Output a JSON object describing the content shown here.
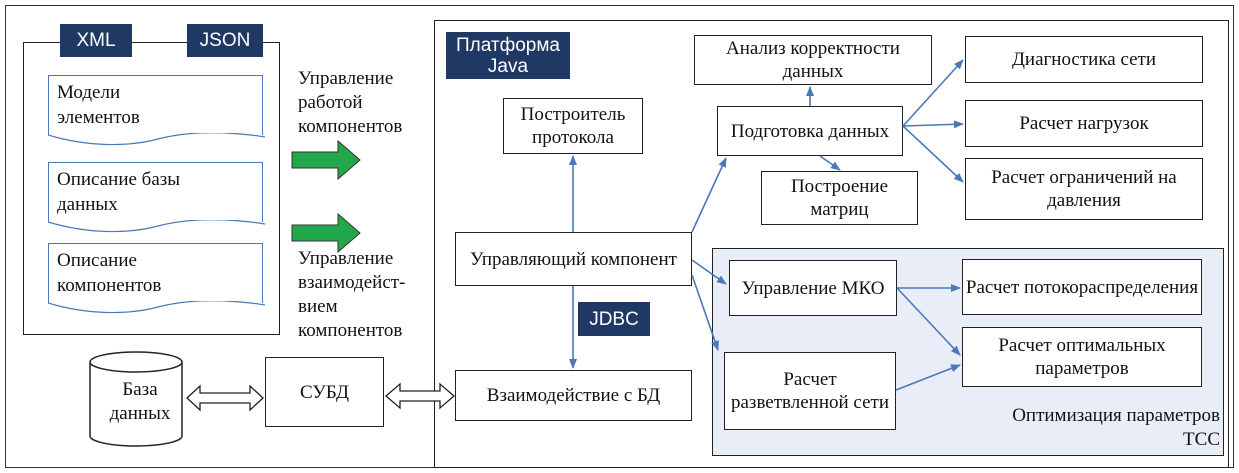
{
  "tags": {
    "xml": "XML",
    "json": "JSON",
    "platform": "Платформа Java",
    "jdbc": "JDBC"
  },
  "documents": {
    "doc1": "Модели элементов",
    "doc2": "Описание базы данных",
    "doc3": "Описание компонентов"
  },
  "side_labels": {
    "manage_work": "Управление работой компонентов",
    "manage_interaction": "Управление взаимодейст-вием компонентов"
  },
  "storage": {
    "database": "База данных",
    "dbms": "СУБД"
  },
  "boxes": {
    "protocol_builder": "Построитель протокола",
    "control_component": "Управляющий компонент",
    "db_interaction": "Взаимодействие с БД",
    "data_check": "Анализ корректности данных",
    "data_prep": "Подготовка данных",
    "matrix_build": "Построение матриц",
    "net_diag": "Диагностика сети",
    "load_calc": "Расчет нагрузок",
    "pressure_calc": "Расчет ограничений на давления",
    "mko_control": "Управление МКО",
    "branched_calc": "Расчет разветвленной сети",
    "flow_calc": "Расчет потокораспределения",
    "optimal_calc": "Расчет оптимальных параметров"
  },
  "optimization_label": "Оптимизация параметров ТСС",
  "colors": {
    "accent": "#1f3864",
    "arrow": "#4a78b8",
    "green": "#21a84b",
    "panel": "#e8edf7"
  }
}
